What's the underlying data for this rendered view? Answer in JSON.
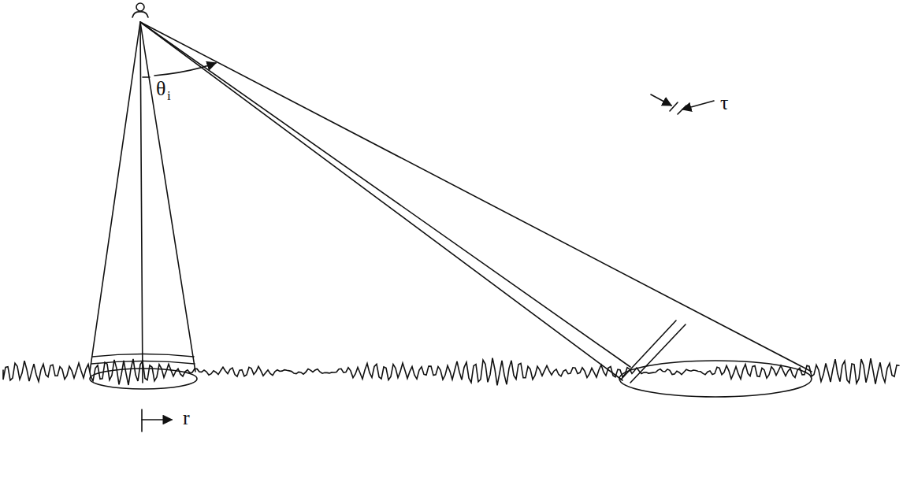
{
  "diagram": {
    "labels": [
      "θ",
      "i",
      "τ",
      "r"
    ]
  }
}
